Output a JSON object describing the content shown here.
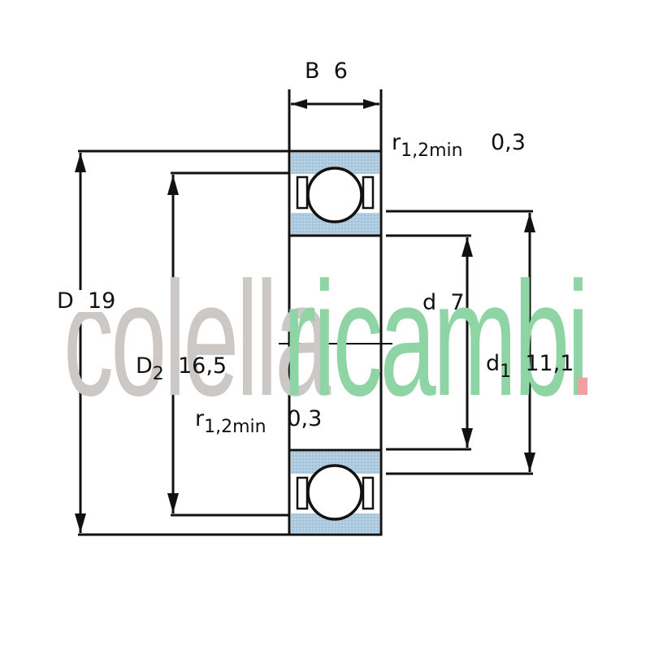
{
  "diagram": {
    "type": "deep-groove-ball-bearing-cross-section",
    "colors": {
      "line": "#111111",
      "ring_fill": "#a9c8df",
      "watermark_grey": "#cbc8c5",
      "watermark_green": "#8fd4a4",
      "watermark_red": "#f0a0a0",
      "background": "#ffffff"
    },
    "labels": {
      "B": {
        "symbol": "B",
        "value": "6"
      },
      "r_top": {
        "symbol": "r",
        "subscript": "1,2min",
        "value": "0,3"
      },
      "D": {
        "symbol": "D",
        "value": "19"
      },
      "D2": {
        "symbol": "D",
        "subscript": "2",
        "value": "16,5"
      },
      "d": {
        "symbol": "d",
        "value": "7"
      },
      "d1": {
        "symbol": "d",
        "subscript": "1",
        "value": "11,1"
      },
      "r_mid": {
        "symbol": "r",
        "subscript": "1,2min",
        "value": "0,3"
      }
    },
    "watermark": {
      "part1": "colella",
      "part2": "ricambi",
      "dot": "."
    }
  }
}
